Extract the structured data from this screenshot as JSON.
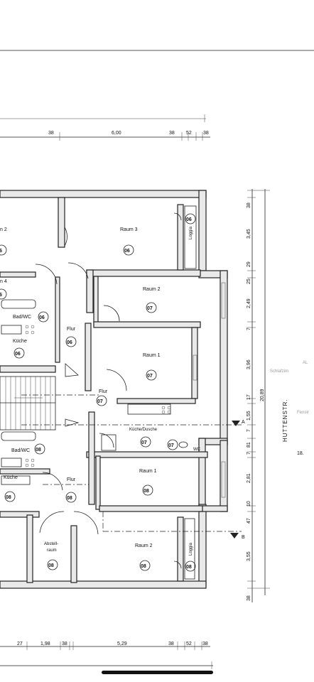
{
  "rooms": [
    {
      "id": "r-raum2-left",
      "name": "Raum 2",
      "display": "n 2",
      "unit": "06",
      "unit_display": "6"
    },
    {
      "id": "r-raum3",
      "name": "Raum 3",
      "unit": "06"
    },
    {
      "id": "r-raum4",
      "name": "Raum 4",
      "display": "n 4",
      "unit": "06",
      "unit_display": "6"
    },
    {
      "id": "r-badwc-06",
      "name": "Bad/WC",
      "unit": "06"
    },
    {
      "id": "r-kueche-06",
      "name": "Küche",
      "unit": "06"
    },
    {
      "id": "r-flur-06",
      "name": "Flur",
      "unit": "06"
    },
    {
      "id": "r-loggia-06",
      "name": "Loggia",
      "unit": "06"
    },
    {
      "id": "r-raum2-07",
      "name": "Raum 2",
      "unit": "07"
    },
    {
      "id": "r-raum1-07",
      "name": "Raum 1",
      "unit": "07"
    },
    {
      "id": "r-flur-07",
      "name": "Flur",
      "unit": "07"
    },
    {
      "id": "r-kuechedusche-07",
      "name": "Küche/Dusche",
      "unit": "07"
    },
    {
      "id": "r-wc-07",
      "name": "WC",
      "unit": "07"
    },
    {
      "id": "r-stair-07",
      "name": "",
      "unit": "07"
    },
    {
      "id": "r-badwc-08",
      "name": "Bad/WC",
      "unit": "08"
    },
    {
      "id": "r-kueche-08",
      "name": "Küche",
      "unit": "08"
    },
    {
      "id": "r-flur-08",
      "name": "Flur",
      "unit": "08"
    },
    {
      "id": "r-raum1-08",
      "name": "Raum 1",
      "unit": "08"
    },
    {
      "id": "r-raum2-08",
      "name": "Raum 2",
      "unit": "08"
    },
    {
      "id": "r-abstell-08",
      "name": "Abstell-",
      "name2": "raum",
      "unit": "08"
    },
    {
      "id": "r-loggia-08",
      "name": "Loggia",
      "unit": "08"
    },
    {
      "id": "r-left-08",
      "name": "",
      "unit": "08"
    }
  ],
  "dimensions": {
    "top": [
      "38",
      "6,00",
      "38",
      "52",
      "38"
    ],
    "bottom": [
      "27",
      "1,98",
      "38",
      "5,29",
      "38",
      "52",
      "38"
    ],
    "right_inner": [
      "38",
      "3,45",
      "29",
      "25",
      "2,49",
      "7",
      "3,96",
      "17",
      "1,55",
      "7",
      "81",
      "7",
      "2,81",
      "10",
      "47",
      "3,55",
      "38"
    ],
    "right_total": "20,89",
    "superscript_5": "5"
  },
  "section_markers": [
    "A",
    "B"
  ],
  "street": "HUTTENSTR.",
  "margin_text": [
    "Schlafzim",
    "AL",
    "Fenstr",
    "18."
  ]
}
